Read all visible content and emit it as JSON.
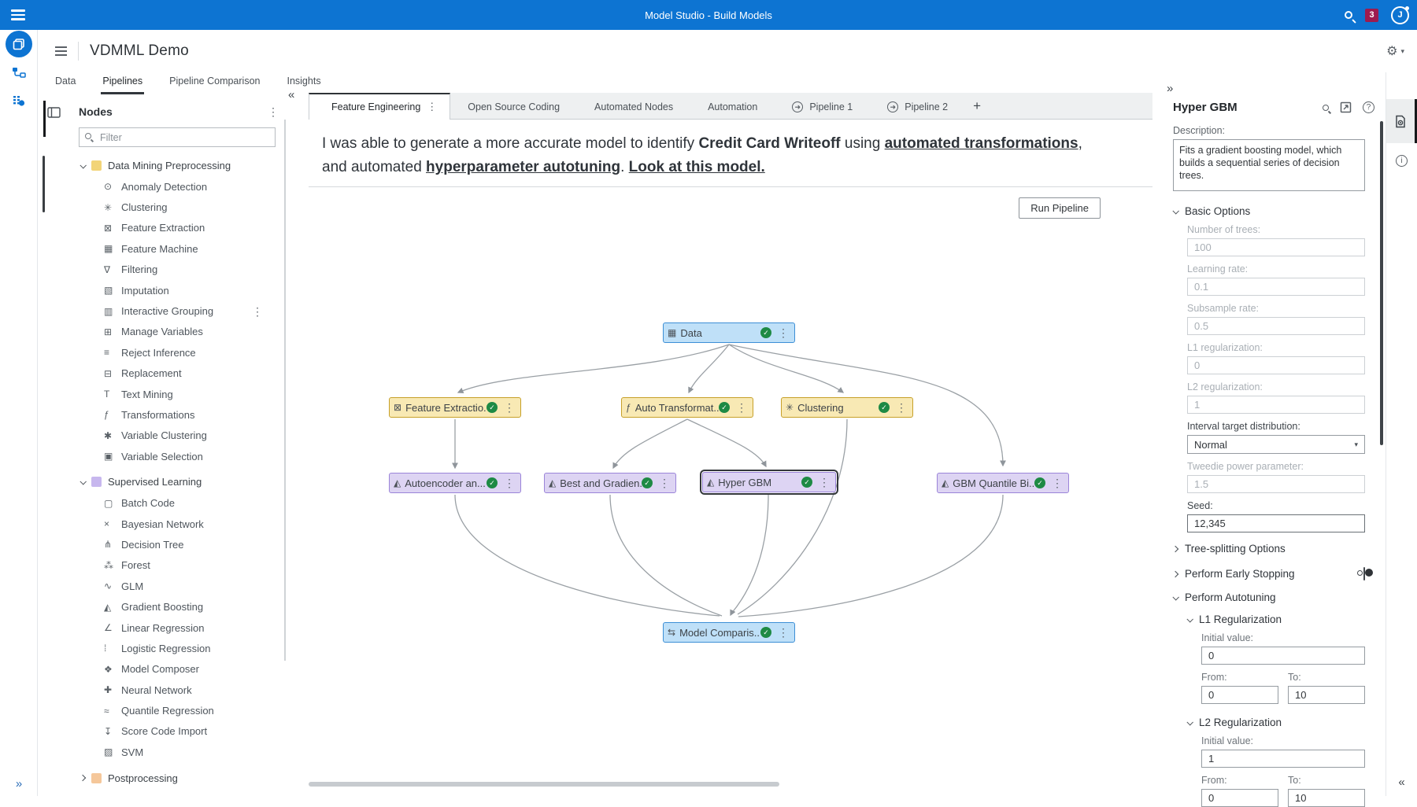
{
  "topbar": {
    "title": "Model Studio - Build Models",
    "badge_count": "3",
    "avatar_initial": "J"
  },
  "header": {
    "project_title": "VDMML Demo"
  },
  "project_tabs": [
    {
      "label": "Data",
      "active": false
    },
    {
      "label": "Pipelines",
      "active": true
    },
    {
      "label": "Pipeline Comparison",
      "active": false
    },
    {
      "label": "Insights",
      "active": false
    }
  ],
  "nodes_panel": {
    "title": "Nodes",
    "filter_placeholder": "Filter",
    "groups": [
      {
        "label": "Data Mining Preprocessing",
        "color": "#f2d478",
        "expanded": true,
        "items": [
          {
            "icon": "⊙",
            "icon_name": "anomaly-detection-icon",
            "label": "Anomaly Detection"
          },
          {
            "icon": "✳",
            "icon_name": "clustering-icon",
            "label": "Clustering"
          },
          {
            "icon": "⊠",
            "icon_name": "feature-extraction-icon",
            "label": "Feature Extraction"
          },
          {
            "icon": "▦",
            "icon_name": "feature-machine-icon",
            "label": "Feature Machine"
          },
          {
            "icon": "∇",
            "icon_name": "filtering-icon",
            "label": "Filtering"
          },
          {
            "icon": "▧",
            "icon_name": "imputation-icon",
            "label": "Imputation"
          },
          {
            "icon": "▥",
            "icon_name": "interactive-grouping-icon",
            "label": "Interactive Grouping",
            "kebab": true
          },
          {
            "icon": "⊞",
            "icon_name": "manage-variables-icon",
            "label": "Manage Variables"
          },
          {
            "icon": "≡",
            "icon_name": "reject-inference-icon",
            "label": "Reject Inference"
          },
          {
            "icon": "⊟",
            "icon_name": "replacement-icon",
            "label": "Replacement"
          },
          {
            "icon": "T",
            "icon_name": "text-mining-icon",
            "label": "Text Mining"
          },
          {
            "icon": "ƒ",
            "icon_name": "transformations-icon",
            "label": "Transformations"
          },
          {
            "icon": "✱",
            "icon_name": "variable-clustering-icon",
            "label": "Variable Clustering"
          },
          {
            "icon": "▣",
            "icon_name": "variable-selection-icon",
            "label": "Variable Selection"
          }
        ]
      },
      {
        "label": "Supervised Learning",
        "color": "#c7b7ee",
        "expanded": true,
        "items": [
          {
            "icon": "▢",
            "icon_name": "batch-code-icon",
            "label": "Batch Code"
          },
          {
            "icon": "×",
            "icon_name": "bayesian-network-icon",
            "label": "Bayesian Network"
          },
          {
            "icon": "⋔",
            "icon_name": "decision-tree-icon",
            "label": "Decision Tree"
          },
          {
            "icon": "⁂",
            "icon_name": "forest-icon",
            "label": "Forest"
          },
          {
            "icon": "∿",
            "icon_name": "glm-icon",
            "label": "GLM"
          },
          {
            "icon": "◭",
            "icon_name": "gradient-boosting-icon",
            "label": "Gradient Boosting"
          },
          {
            "icon": "∠",
            "icon_name": "linear-regression-icon",
            "label": "Linear Regression"
          },
          {
            "icon": "⁞",
            "icon_name": "logistic-regression-icon",
            "label": "Logistic Regression"
          },
          {
            "icon": "❖",
            "icon_name": "model-composer-icon",
            "label": "Model Composer"
          },
          {
            "icon": "✚",
            "icon_name": "neural-network-icon",
            "label": "Neural Network"
          },
          {
            "icon": "≈",
            "icon_name": "quantile-regression-icon",
            "label": "Quantile Regression"
          },
          {
            "icon": "↧",
            "icon_name": "score-code-import-icon",
            "label": "Score Code Import"
          },
          {
            "icon": "▨",
            "icon_name": "svm-icon",
            "label": "SVM"
          }
        ]
      },
      {
        "label": "Postprocessing",
        "color": "#f5c79a",
        "expanded": false,
        "items": []
      }
    ]
  },
  "pipeline_tabs": [
    {
      "label": "Feature Engineering",
      "active": true,
      "kebab": true
    },
    {
      "label": "Open Source Coding"
    },
    {
      "label": "Automated Nodes"
    },
    {
      "label": "Automation"
    },
    {
      "label": "Pipeline 1",
      "icon": "shared-pipeline-icon"
    },
    {
      "label": "Pipeline 2",
      "icon": "shared-pipeline-icon"
    },
    {
      "label": "+",
      "add": true
    }
  ],
  "banner": {
    "segments": [
      {
        "t": "I was able to generate a more accurate model to identify ",
        "s": "normal"
      },
      {
        "t": "Credit Card Writeoff",
        "s": "bold"
      },
      {
        "t": " using ",
        "s": "normal"
      },
      {
        "t": "automated transformations",
        "s": "bold-underline"
      },
      {
        "t": ", and automated ",
        "s": "normal"
      },
      {
        "t": "hyperparameter autotuning",
        "s": "bold-underline"
      },
      {
        "t": ". ",
        "s": "normal"
      },
      {
        "t": "Look at this model.",
        "s": "bold-underline"
      }
    ]
  },
  "canvas": {
    "run_button_label": "Run Pipeline",
    "nodes": [
      {
        "id": "data",
        "label": "Data",
        "icon": "▦",
        "icon_name": "data-table-icon",
        "status": "complete"
      },
      {
        "id": "fe",
        "label": "Feature Extractio...",
        "icon": "⊠",
        "icon_name": "feature-extraction-icon",
        "status": "complete"
      },
      {
        "id": "at",
        "label": "Auto Transformat...",
        "icon": "ƒ",
        "icon_name": "transformations-icon",
        "status": "complete"
      },
      {
        "id": "cl",
        "label": "Clustering",
        "icon": "✳",
        "icon_name": "clustering-icon",
        "status": "complete"
      },
      {
        "id": "ae",
        "label": "Autoencoder an...",
        "icon": "◭",
        "icon_name": "gradient-boosting-icon",
        "status": "complete"
      },
      {
        "id": "bg",
        "label": "Best and Gradien...",
        "icon": "◭",
        "icon_name": "gradient-boosting-icon",
        "status": "complete"
      },
      {
        "id": "hg",
        "label": "Hyper GBM",
        "icon": "◭",
        "icon_name": "gradient-boosting-icon",
        "status": "complete",
        "selected": true
      },
      {
        "id": "gq",
        "label": "GBM Quantile Bi...",
        "icon": "◭",
        "icon_name": "gradient-boosting-icon",
        "status": "complete"
      },
      {
        "id": "mc",
        "label": "Model Comparis...",
        "icon": "⇆",
        "icon_name": "model-comparison-icon",
        "status": "complete"
      }
    ]
  },
  "right_panel": {
    "title": "Hyper GBM",
    "description_label": "Description:",
    "description_value": "Fits a gradient boosting model, which builds a sequential series of decision trees.",
    "basic": {
      "label": "Basic Options",
      "number_of_trees": {
        "label": "Number of trees:",
        "value": "100"
      },
      "learning_rate": {
        "label": "Learning rate:",
        "value": "0.1"
      },
      "subsample_rate": {
        "label": "Subsample rate:",
        "value": "0.5"
      },
      "l1": {
        "label": "L1 regularization:",
        "value": "0"
      },
      "l2": {
        "label": "L2 regularization:",
        "value": "1"
      },
      "interval_target": {
        "label": "Interval target distribution:",
        "value": "Normal"
      },
      "tweedie": {
        "label": "Tweedie power parameter:",
        "value": "1.5"
      },
      "seed": {
        "label": "Seed:",
        "value": "12,345"
      }
    },
    "tree_splitting_label": "Tree-splitting Options",
    "early_stopping": {
      "label": "Perform Early Stopping",
      "on": false
    },
    "autotuning": {
      "label": "Perform Autotuning",
      "on": true,
      "l1": {
        "label": "L1 Regularization",
        "on": true,
        "initial_label": "Initial value:",
        "initial": "0",
        "from_label": "From:",
        "from": "0",
        "to_label": "To:",
        "to": "10"
      },
      "l2": {
        "label": "L2 Regularization",
        "on": true,
        "initial_label": "Initial value:",
        "initial": "1",
        "from_label": "From:",
        "from": "0",
        "to_label": "To:",
        "to": "10"
      }
    }
  }
}
